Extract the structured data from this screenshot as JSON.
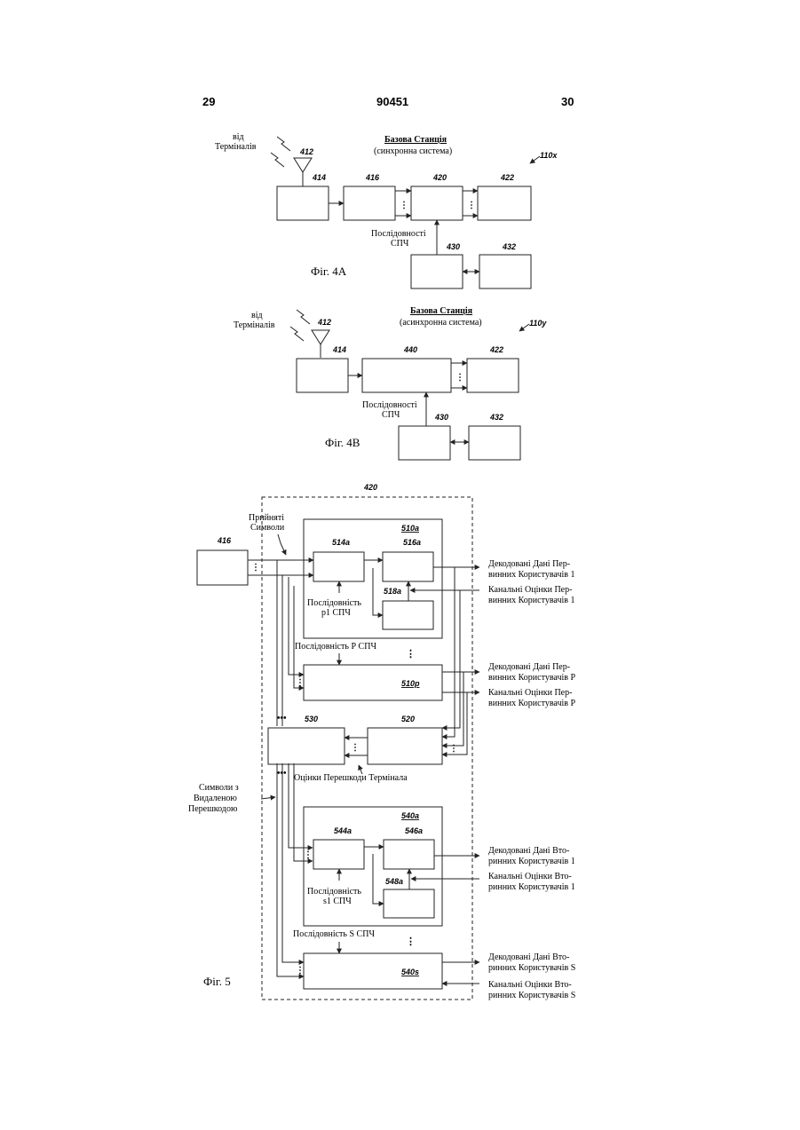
{
  "header": {
    "page_left": "29",
    "patent_number": "90451",
    "page_right": "30"
  },
  "fig4a": {
    "caption": "Фіг. 4А",
    "station_title": "Базова Станція",
    "station_subtitle": "(синхронна система)",
    "system_ref": "110x",
    "from_terminals_1": "від",
    "from_terminals_2": "Терміналів",
    "antenna_ref": "412",
    "refs": [
      "414",
      "416",
      "420",
      "422",
      "430",
      "432"
    ],
    "seq_label_1": "Послідовності",
    "seq_label_2": "СПЧ"
  },
  "fig4b": {
    "caption": "Фіг. 4В",
    "station_title": "Базова Станція",
    "station_subtitle": "(асинхронна система)",
    "system_ref": "110y",
    "from_terminals_1": "від",
    "from_terminals_2": "Терміналів",
    "antenna_ref": "412",
    "refs": [
      "414",
      "440",
      "422",
      "430",
      "432"
    ],
    "seq_label_1": "Послідовності",
    "seq_label_2": "СПЧ"
  },
  "fig5": {
    "caption": "Фіг. 5",
    "outer_ref": "420",
    "input_ref": "416",
    "received_1": "Прийняті",
    "received_2": "Символи",
    "block_refs": {
      "b510a": "510a",
      "b514a": "514a",
      "b516a": "516a",
      "b518a": "518a",
      "b510p": "510p",
      "b530": "530",
      "b520": "520",
      "b540a": "540a",
      "b544a": "544a",
      "b546a": "546a",
      "b548a": "548a",
      "b540s": "540s"
    },
    "seq_p1_1": "Послідовність",
    "seq_p1_2": "p1 СПЧ",
    "seq_P": "Послідовність Р СПЧ",
    "interference_est": "Оцінки Перешкоди Термінала",
    "cancelled_1": "Символи з",
    "cancelled_2": "Видаленою",
    "cancelled_3": "Перешкодою",
    "seq_s1_1": "Послідовність",
    "seq_s1_2": "s1 СПЧ",
    "seq_S": "Послідовність S СПЧ",
    "outputs": [
      {
        "l1": "Декодовані Дані Пер-",
        "l2": "винних Користувачів 1"
      },
      {
        "l1": "Канальні Оцінки Пер-",
        "l2": "винних Користувачів 1"
      },
      {
        "l1": "Декодовані Дані Пер-",
        "l2": "винних Користувачів Р"
      },
      {
        "l1": "Канальні Оцінки Пер-",
        "l2": "винних Користувачів Р"
      },
      {
        "l1": "Декодовані Дані Вто-",
        "l2": "ринних Користувачів 1"
      },
      {
        "l1": "Канальні Оцінки Вто-",
        "l2": "ринних Користувачів 1"
      },
      {
        "l1": "Декодовані Дані Вто-",
        "l2": "ринних Користувачів S"
      },
      {
        "l1": "Канальні Оцінки Вто-",
        "l2": "ринних Користувачів S"
      }
    ]
  }
}
